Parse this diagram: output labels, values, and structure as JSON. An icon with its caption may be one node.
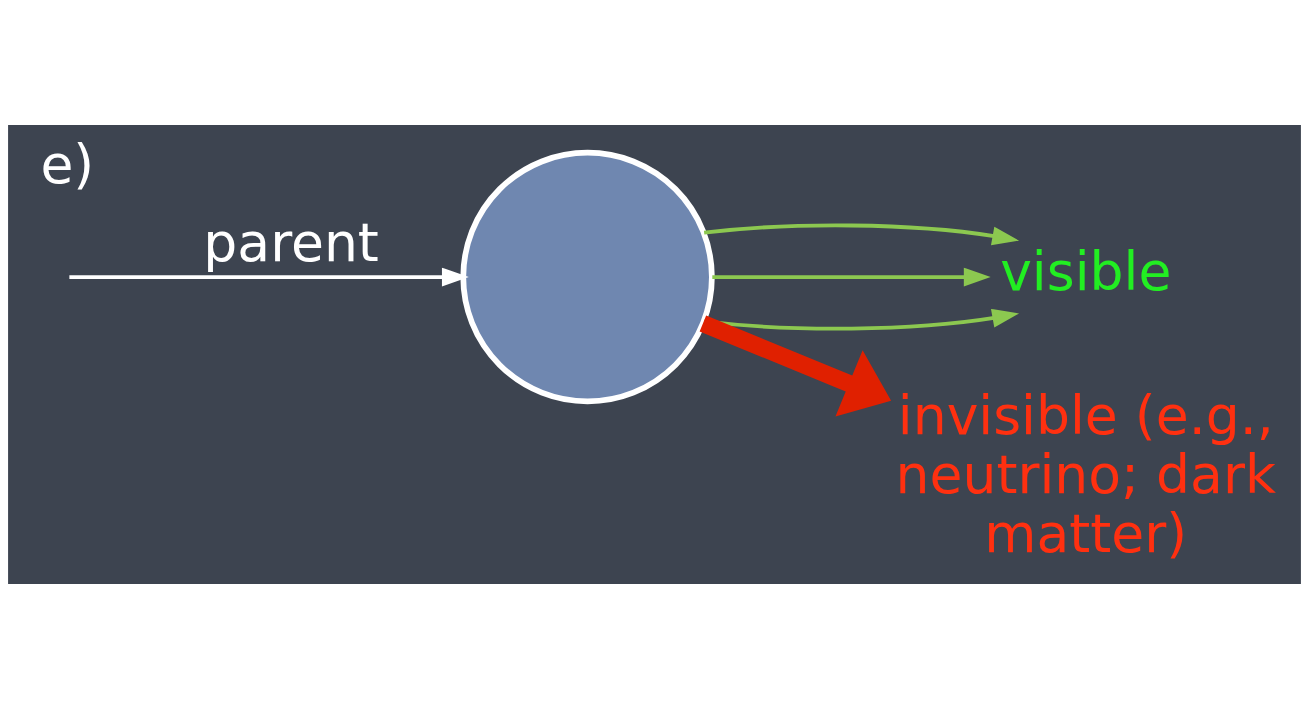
{
  "diagram": {
    "nodes": [
      {
        "text": [],
        "shape": "circle"
      },
      {
        "text": [
          "visible"
        ]
      },
      {
        "text": [
          "invisible (e.g., neutrino; dark matter)"
        ]
      }
    ],
    "edges": [
      {
        "from": null,
        "to": 0,
        "arrow": "to",
        "label": "parent",
        "color": "#ffffff"
      },
      {
        "from": 0,
        "to": 1,
        "arrow": "to",
        "color": "#8cc850"
      },
      {
        "from": 0,
        "to": 1,
        "arrow": "to",
        "color": "#8cc850"
      },
      {
        "from": 0,
        "to": 1,
        "arrow": "to",
        "color": "#8cc850"
      },
      {
        "from": 0,
        "to": 2,
        "arrow": "to",
        "style": "thick",
        "color": "#e02000"
      }
    ],
    "labels": [
      "e)"
    ]
  }
}
